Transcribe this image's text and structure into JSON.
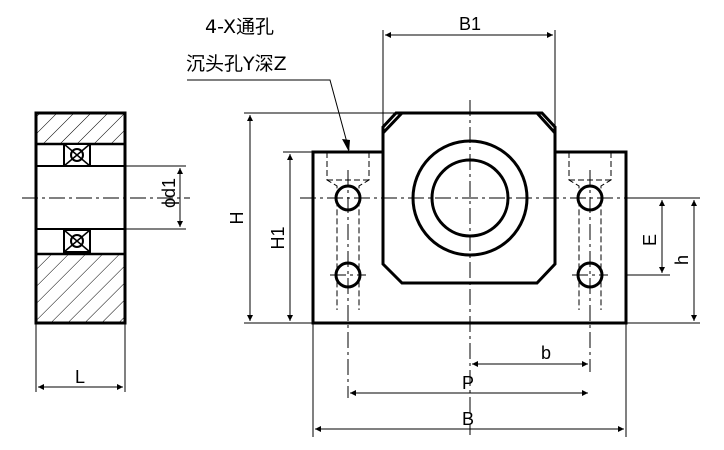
{
  "annotation": {
    "line1": "4-X通孔",
    "line2": "沉头孔Y深Z"
  },
  "dimensions": {
    "B1": "B1",
    "H": "H",
    "H1": "H1",
    "phi_d1": "ϕd1",
    "E": "E",
    "h": "h",
    "b": "b",
    "P": "P",
    "B": "B",
    "L": "L"
  }
}
